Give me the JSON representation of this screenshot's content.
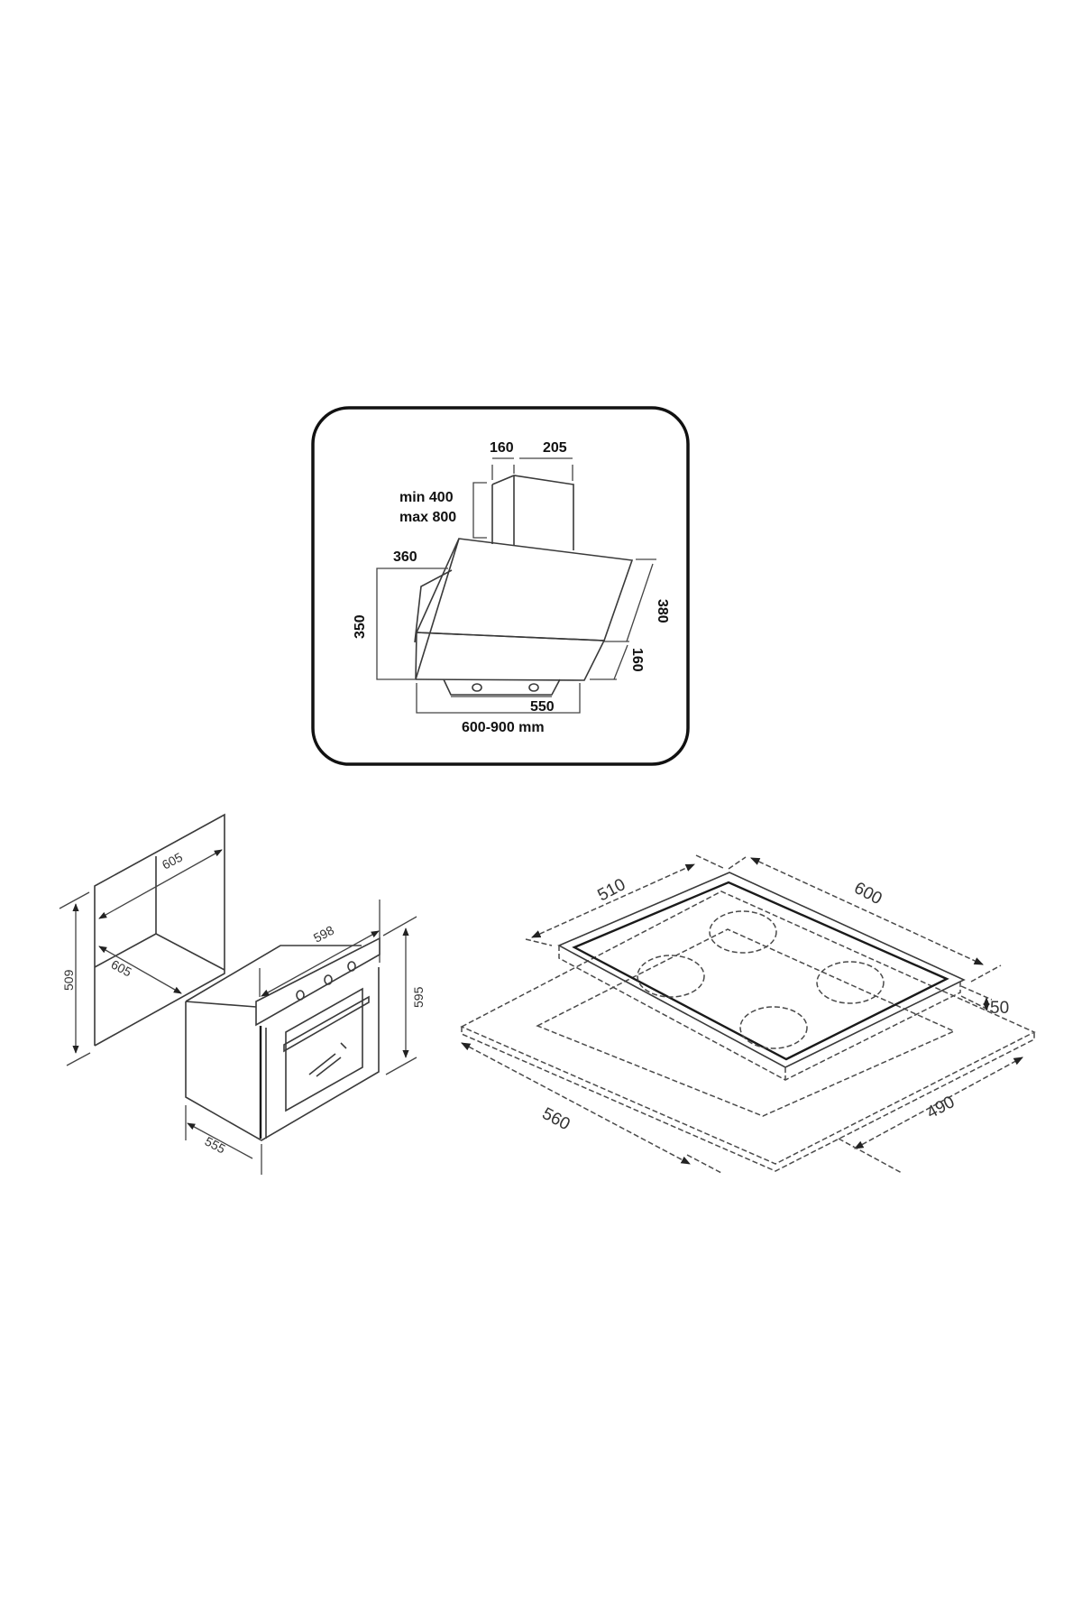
{
  "hood": {
    "labels": {
      "chimney_depth": "160",
      "chimney_width": "205",
      "chimney_height_min": "min 400",
      "chimney_height_max": "max 800",
      "canopy_depth": "360",
      "canopy_height": "350",
      "glass_upper": "380",
      "glass_lower": "160",
      "base_width": "550",
      "total_width": "600-900 mm"
    }
  },
  "oven": {
    "labels": {
      "niche_width": "605",
      "niche_depth": "605",
      "niche_height": "509",
      "oven_width": "598",
      "oven_height": "595",
      "oven_depth": "555"
    }
  },
  "hob": {
    "labels": {
      "hob_depth": "510",
      "hob_width": "600",
      "hob_height": "50",
      "cutout_width": "560",
      "cutout_depth": "490"
    },
    "burners": 4
  }
}
